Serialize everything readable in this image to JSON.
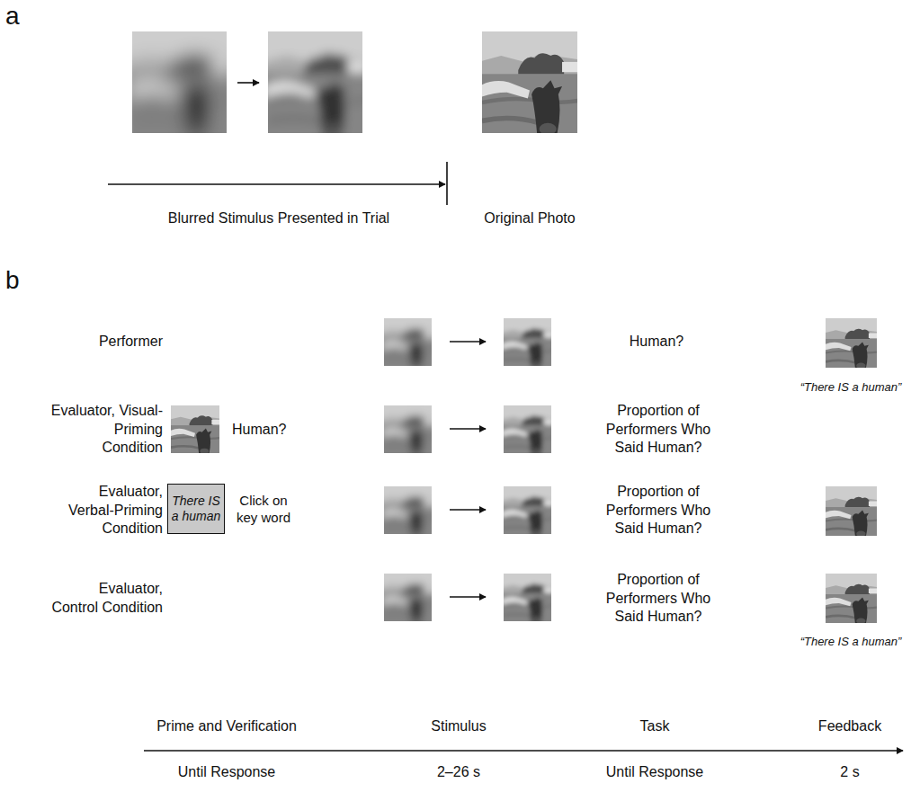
{
  "diagram": {
    "nodes": [
      {
        "text": [
          "There IS a human"
        ]
      }
    ],
    "labels": [
      "a",
      "Blurred Stimulus Presented in Trial",
      "Original Photo",
      "b",
      "Performer",
      "Human?",
      "“There IS a human”",
      "Evaluator, Visual-Priming Condition",
      "Human?",
      "Proportion of Performers Who Said Human?",
      "Evaluator, Verbal-Priming Condition",
      "Click on key word",
      "Proportion of Performers Who Said Human?",
      "Evaluator, Control Condition",
      "Proportion of Performers Who Said Human?",
      "“There IS a human”",
      "Prime and Verification",
      "Stimulus",
      "Task",
      "Feedback",
      "Until Response",
      "2–26 s",
      "Until Response",
      "2 s"
    ]
  }
}
